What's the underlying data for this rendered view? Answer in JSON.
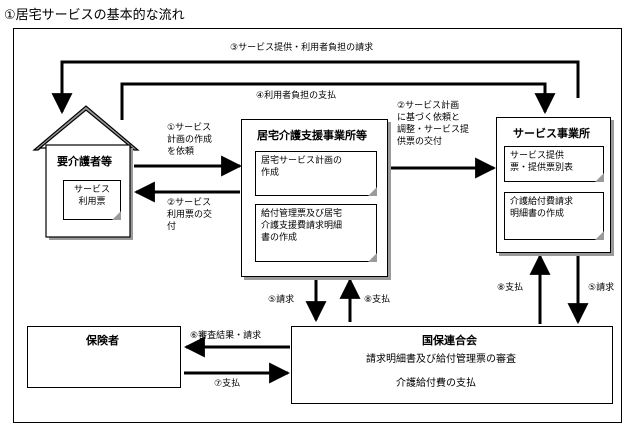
{
  "title": "①居宅サービスの基本的な流れ",
  "nodes": {
    "user": {
      "label": "要介護者等",
      "doc": [
        "サービス",
        "利用票"
      ]
    },
    "care_office": {
      "label": "居宅介護支援事業所等",
      "docs": [
        [
          "居宅サービス計画の",
          "作成"
        ],
        [
          "給付管理票及び居宅",
          "介護支援費請求明細",
          "書の作成"
        ]
      ]
    },
    "service_office": {
      "label": "サービス事業所",
      "docs": [
        [
          "サービス提供",
          "票・提供票別表"
        ],
        [
          "介護給付費請求",
          "明細書の作成"
        ]
      ]
    },
    "insurer": {
      "label": "保険者"
    },
    "federation": {
      "label": "国保連合会",
      "lines": [
        "請求明細書及び給付管理票の審査",
        "介護給付費の支払"
      ]
    }
  },
  "flows": {
    "f3": "③サービス提供・利用者負担の請求",
    "f4": "④利用者負担の支払",
    "f1": [
      "①サービス",
      "計画の作成",
      "を依頼"
    ],
    "f2": [
      "②サービス",
      "利用票の交",
      "付"
    ],
    "f2b": [
      "②サービス計画",
      "に基づく依頼と",
      "調整・サービス提",
      "供票の交付"
    ],
    "f5a": "⑤請求",
    "f8a": "⑧支払",
    "f8b": "⑧支払",
    "f5b": "⑤請求",
    "f6": "⑥審査結果・請求",
    "f7": "⑦支払"
  }
}
